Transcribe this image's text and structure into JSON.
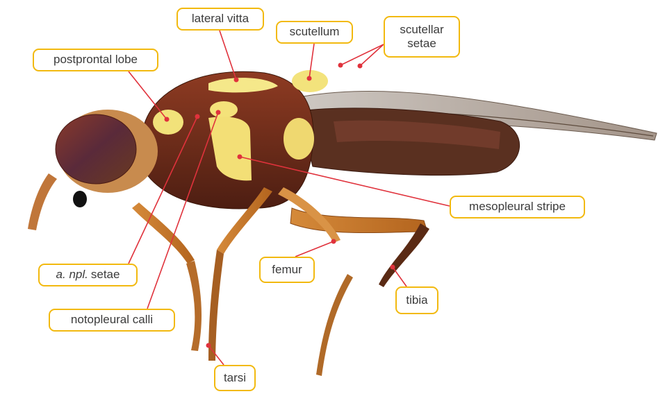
{
  "labels": {
    "postprontal_lobe": "postprontal lobe",
    "lateral_vitta": "lateral vitta",
    "scutellum": "scutellum",
    "scutellar_setae_line1": "scutellar",
    "scutellar_setae_line2": "setae",
    "mesopleural_stripe": "mesopleural stripe",
    "a_npl_setae_italic": "a. npl.",
    "a_npl_setae_rest": "setae",
    "notopleural_calli": "notopleural calli",
    "femur": "femur",
    "tibia": "tibia",
    "tarsi": "tarsi"
  },
  "colors": {
    "label_border": "#f2b90f",
    "leader_line": "#e0323c",
    "label_text": "#3b3b3b"
  }
}
